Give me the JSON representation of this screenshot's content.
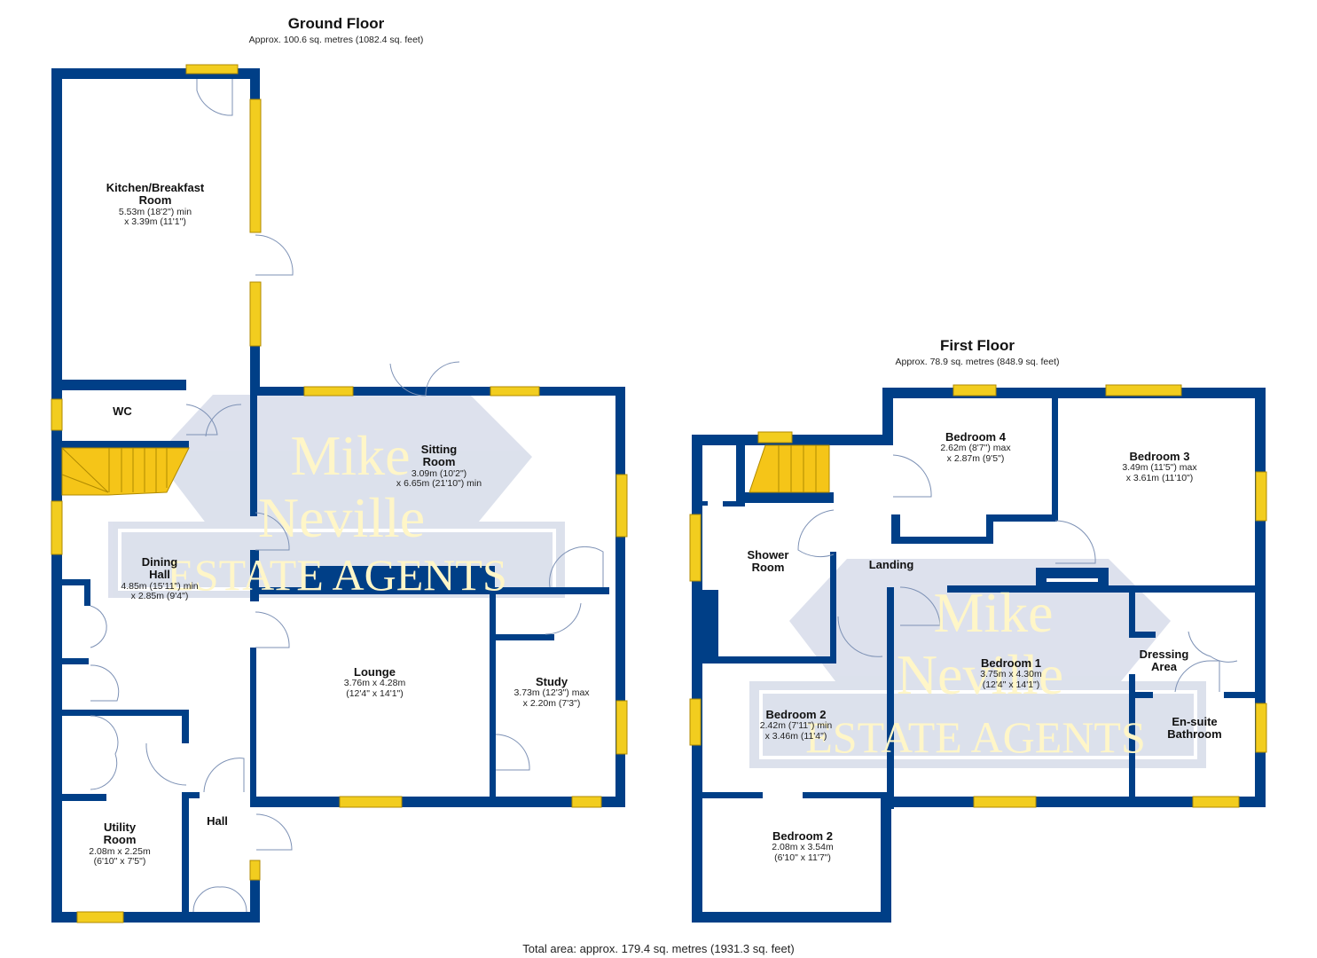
{
  "ground_floor": {
    "title": "Ground Floor",
    "area": "Approx. 100.6 sq. metres (1082.4 sq. feet)",
    "rooms": {
      "kitchen": {
        "name_1": "Kitchen/Breakfast",
        "name_2": "Room",
        "dim_1": "5.53m (18'2\") min",
        "dim_2": "x 3.39m (11'1\")"
      },
      "wc": {
        "name_1": "WC"
      },
      "sitting": {
        "name_1": "Sitting",
        "name_2": "Room",
        "dim_1": "3.09m (10'2\")",
        "dim_2": "x 6.65m (21'10\") min"
      },
      "dining": {
        "name_1": "Dining",
        "name_2": "Hall",
        "dim_1": "4.85m (15'11\") min",
        "dim_2": "x 2.85m (9'4\")"
      },
      "lounge": {
        "name_1": "Lounge",
        "dim_1": "3.76m x 4.28m",
        "dim_2": "(12'4\" x 14'1\")"
      },
      "study": {
        "name_1": "Study",
        "dim_1": "3.73m (12'3\") max",
        "dim_2": "x 2.20m (7'3\")"
      },
      "utility": {
        "name_1": "Utility",
        "name_2": "Room",
        "dim_1": "2.08m x 2.25m",
        "dim_2": "(6'10\" x 7'5\")"
      },
      "hall": {
        "name_1": "Hall"
      }
    }
  },
  "first_floor": {
    "title": "First Floor",
    "area": "Approx. 78.9 sq. metres (848.9 sq. feet)",
    "rooms": {
      "bedroom4": {
        "name_1": "Bedroom 4",
        "dim_1": "2.62m (8'7\") max",
        "dim_2": "x 2.87m (9'5\")"
      },
      "bedroom3": {
        "name_1": "Bedroom 3",
        "dim_1": "3.49m (11'5\") max",
        "dim_2": "x 3.61m (11'10\")"
      },
      "shower": {
        "name_1": "Shower",
        "name_2": "Room"
      },
      "landing": {
        "name_1": "Landing"
      },
      "bedroom1": {
        "name_1": "Bedroom 1",
        "dim_1": "3.75m x 4.30m",
        "dim_2": "(12'4\" x 14'1\")"
      },
      "dressing": {
        "name_1": "Dressing",
        "name_2": "Area"
      },
      "ensuite": {
        "name_1": "En-suite",
        "name_2": "Bathroom"
      },
      "bedroom2a": {
        "name_1": "Bedroom 2",
        "dim_1": "2.42m (7'11\") min",
        "dim_2": "x 3.46m (11'4\")"
      },
      "bedroom2b": {
        "name_1": "Bedroom 2",
        "dim_1": "2.08m x 3.54m",
        "dim_2": "(6'10\" x 11'7\")"
      }
    }
  },
  "total_area": "Total area: approx. 179.4 sq. metres (1931.3 sq. feet)",
  "watermark": {
    "line1": "Mike",
    "line2": "Neville",
    "line3": "ESTATE AGENTS"
  },
  "colors": {
    "wall": "#003f87",
    "window": "#f2cd1f",
    "stairs": "#f5c518",
    "watermark_bg": "#d6dcea",
    "watermark_text": "#fff6c8"
  }
}
